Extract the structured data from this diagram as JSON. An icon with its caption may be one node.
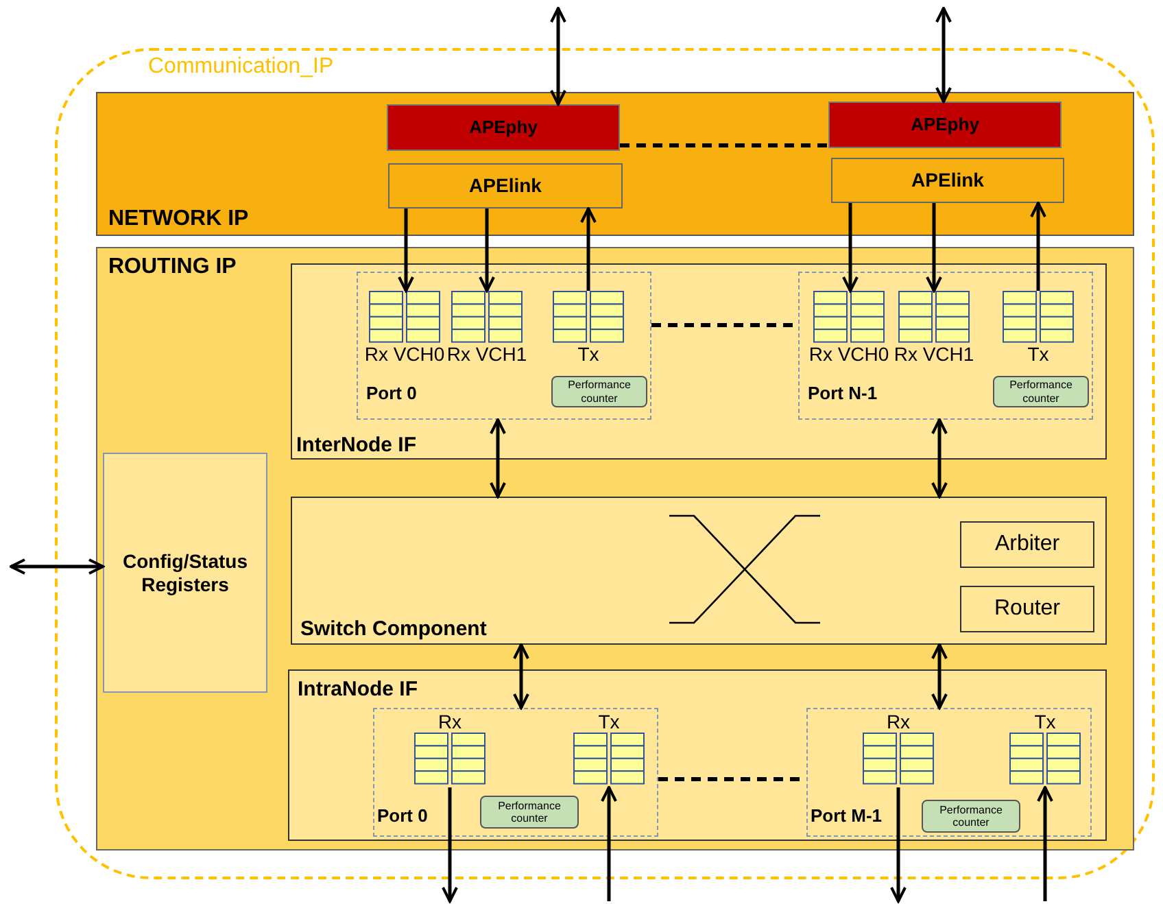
{
  "diagram": {
    "nodes": [
      {
        "text": [
          "Communication_IP"
        ]
      },
      {
        "text": [
          "NETWORK IP"
        ],
        "in": 0
      },
      {
        "text": [
          "APEphy"
        ],
        "in": 1
      },
      {
        "text": [
          "APElink"
        ],
        "in": 1
      },
      {
        "text": [
          "APEphy"
        ],
        "in": 1
      },
      {
        "text": [
          "APElink"
        ],
        "in": 1
      },
      {
        "text": [
          "ROUTING IP"
        ],
        "in": 0
      },
      {
        "text": [
          "Config/Status Registers"
        ],
        "in": 6
      },
      {
        "text": [
          "InterNode IF"
        ],
        "in": 6
      },
      {
        "text": [
          "Port 0"
        ],
        "in": 8
      },
      {
        "text": [
          "Rx VCH0"
        ],
        "in": 9
      },
      {
        "text": [
          "Rx VCH1"
        ],
        "in": 9
      },
      {
        "text": [
          "Tx"
        ],
        "in": 9
      },
      {
        "text": [
          "Performance counter"
        ],
        "in": 9
      },
      {
        "text": [
          "Port N-1"
        ],
        "in": 8
      },
      {
        "text": [
          "Rx VCH0"
        ],
        "in": 14
      },
      {
        "text": [
          "Rx VCH1"
        ],
        "in": 14
      },
      {
        "text": [
          "Tx"
        ],
        "in": 14
      },
      {
        "text": [
          "Performance counter"
        ],
        "in": 14
      },
      {
        "text": [
          "Switch Component"
        ],
        "in": 6
      },
      {
        "text": [
          "Arbiter"
        ],
        "in": 19
      },
      {
        "text": [
          "Router"
        ],
        "in": 19
      },
      {
        "text": [
          "IntraNode IF"
        ],
        "in": 6
      },
      {
        "text": [
          "Port 0"
        ],
        "in": 22
      },
      {
        "text": [
          "Rx"
        ],
        "in": 23
      },
      {
        "text": [
          "Tx"
        ],
        "in": 23
      },
      {
        "text": [
          "Performance counter"
        ],
        "in": 23
      },
      {
        "text": [
          "Port M-1"
        ],
        "in": 22
      },
      {
        "text": [
          "Rx"
        ],
        "in": 27
      },
      {
        "text": [
          "Tx"
        ],
        "in": 27
      },
      {
        "text": [
          "Performance counter"
        ],
        "in": 27
      }
    ],
    "edges": [
      {
        "from": null,
        "to": 2,
        "arrow": "both"
      },
      {
        "from": null,
        "to": 4,
        "arrow": "both"
      },
      {
        "from": 2,
        "to": 4,
        "arrow": "none",
        "style": "dashed"
      },
      {
        "from": 3,
        "to": 10,
        "arrow": "to"
      },
      {
        "from": 3,
        "to": 11,
        "arrow": "to"
      },
      {
        "from": 12,
        "to": 3,
        "arrow": "to"
      },
      {
        "from": 5,
        "to": 15,
        "arrow": "to"
      },
      {
        "from": 5,
        "to": 16,
        "arrow": "to"
      },
      {
        "from": 17,
        "to": 5,
        "arrow": "to"
      },
      {
        "from": 9,
        "to": 14,
        "arrow": "none",
        "style": "dashed"
      },
      {
        "from": 9,
        "to": 19,
        "arrow": "both"
      },
      {
        "from": 14,
        "to": 19,
        "arrow": "both"
      },
      {
        "from": 19,
        "to": 23,
        "arrow": "both"
      },
      {
        "from": 19,
        "to": 27,
        "arrow": "both"
      },
      {
        "from": 23,
        "to": 27,
        "arrow": "none",
        "style": "dashed"
      },
      {
        "from": 24,
        "to": null,
        "arrow": "to"
      },
      {
        "from": null,
        "to": 25,
        "arrow": "to"
      },
      {
        "from": 28,
        "to": null,
        "arrow": "to"
      },
      {
        "from": null,
        "to": 29,
        "arrow": "to"
      },
      {
        "from": null,
        "to": 7,
        "arrow": "both"
      }
    ]
  }
}
